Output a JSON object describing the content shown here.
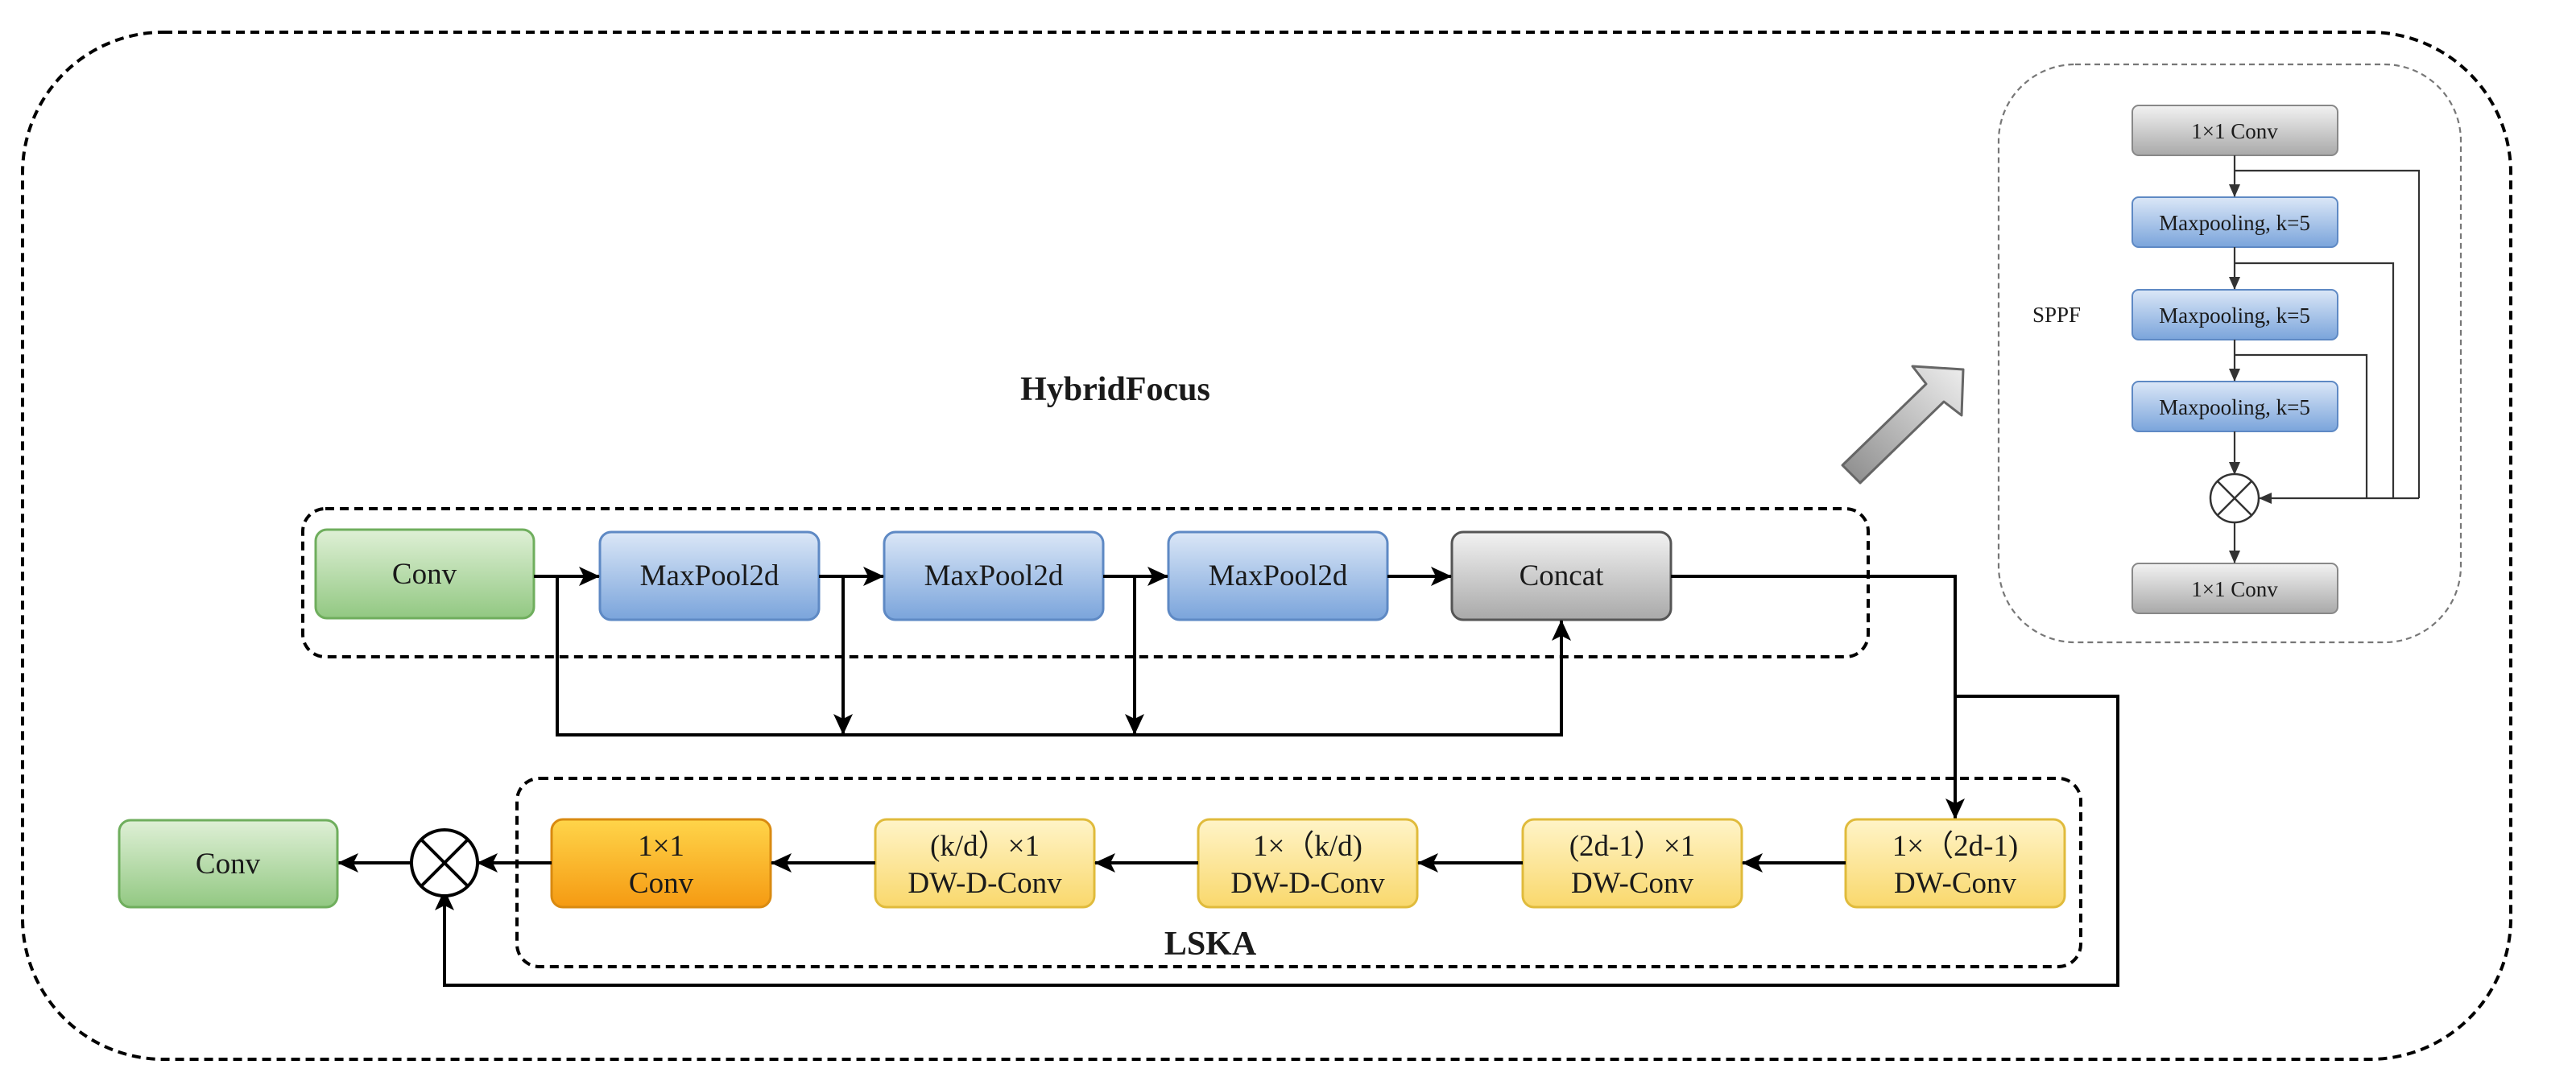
{
  "hybridfocus": {
    "title": "HybridFocus",
    "conv_in": "Conv",
    "maxpool_1": "MaxPool2d",
    "maxpool_2": "MaxPool2d",
    "maxpool_3": "MaxPool2d",
    "concat": "Concat"
  },
  "lska": {
    "title": "LSKA",
    "dw_conv_1": {
      "line1": "1×（2d-1)",
      "line2": "DW-Conv"
    },
    "dw_conv_2": {
      "line1": "(2d-1）×1",
      "line2": "DW-Conv"
    },
    "dw_d_conv_1": {
      "line1": "1×（k/d)",
      "line2": "DW-D-Conv"
    },
    "dw_d_conv_2": {
      "line1": "(k/d）×1",
      "line2": "DW-D-Conv"
    },
    "conv_1x1": {
      "line1": "1×1",
      "line2": "Conv"
    }
  },
  "output": {
    "conv": "Conv"
  },
  "sppf": {
    "label": "SPPF",
    "conv_top": "1×1 Conv",
    "pool_1": "Maxpooling, k=5",
    "pool_2": "Maxpooling, k=5",
    "pool_3": "Maxpooling, k=5",
    "conv_bottom": "1×1 Conv"
  },
  "colors": {
    "green": "#8bc47a",
    "blue": "#7fa7dc",
    "gray": "#bdbdbd",
    "yellow": "#fce28a",
    "orange": "#f9a51b"
  }
}
